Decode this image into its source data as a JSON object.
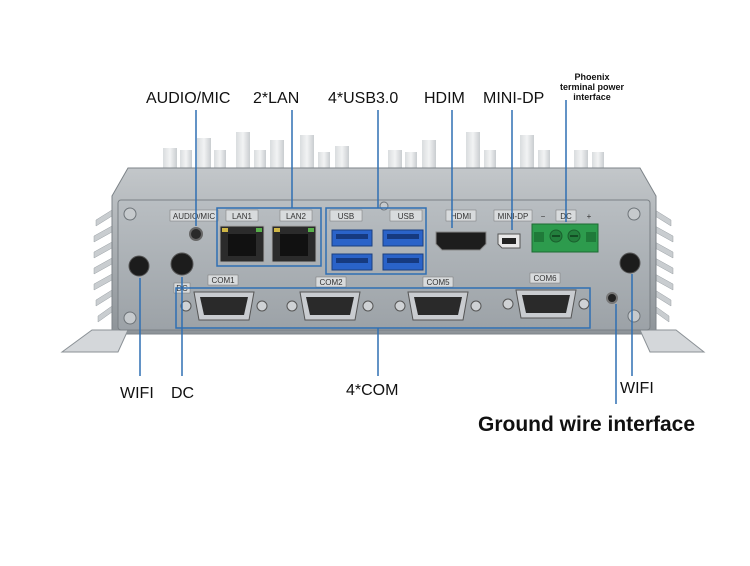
{
  "callouts": {
    "audio_mic": "AUDIO/MIC",
    "lan": "2*LAN",
    "usb": "4*USB3.0",
    "hdim": "HDIM",
    "mini_dp": "MINI-DP",
    "phoenix_line1": "Phoenix",
    "phoenix_line2": "terminal power",
    "phoenix_line3": "interface",
    "wifi_left": "WIFI",
    "dc": "DC",
    "com": "4*COM",
    "wifi_right": "WIFI",
    "ground": "Ground wire interface"
  },
  "panel_labels": {
    "audio_mic": "AUDIO/MIC",
    "lan1": "LAN1",
    "lan2": "LAN2",
    "usb_left": "USB",
    "usb_right": "USB",
    "hdmi": "HDMI",
    "mini_dp": "MINI-DP",
    "minus": "−",
    "dc": "DC",
    "plus": "+",
    "com1": "COM1",
    "com2": "COM2",
    "com5": "COM5",
    "com6": "COM6",
    "dc_small": "DC"
  },
  "colors": {
    "callout_line": "#2f6fb3",
    "chassis": "#a9afb3",
    "terminal_green": "#2d9b4d",
    "usb_blue": "#2a63c9"
  }
}
